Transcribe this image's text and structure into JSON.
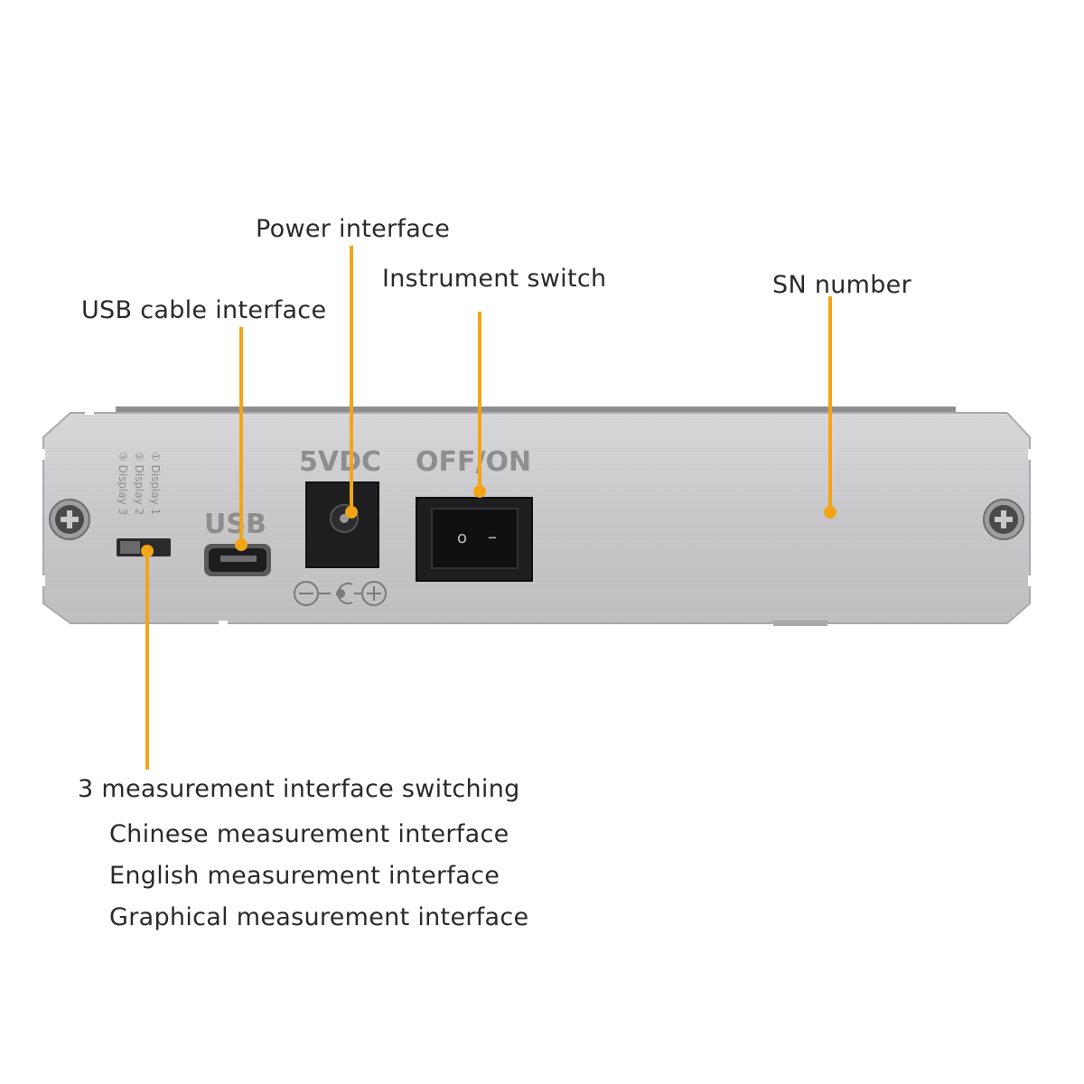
{
  "callouts": {
    "power": "Power interface",
    "switch": "Instrument switch",
    "sn": "SN number",
    "usb": "USB cable interface",
    "mode": "3 measurement interface switching"
  },
  "modes": [
    "Chinese measurement interface",
    "English measurement interface",
    "Graphical measurement interface"
  ],
  "panel": {
    "usb_label": "USB",
    "power_label": "5VDC",
    "switch_label": "OFF/ON",
    "display_options": [
      "① Display 1",
      "② Display 2",
      "③ Display 3"
    ],
    "switch_off_mark": "o",
    "switch_on_mark": "–"
  },
  "colors": {
    "leader": "#F2A516",
    "panel": "#c9c9cb",
    "text": "#2a2a2a"
  }
}
